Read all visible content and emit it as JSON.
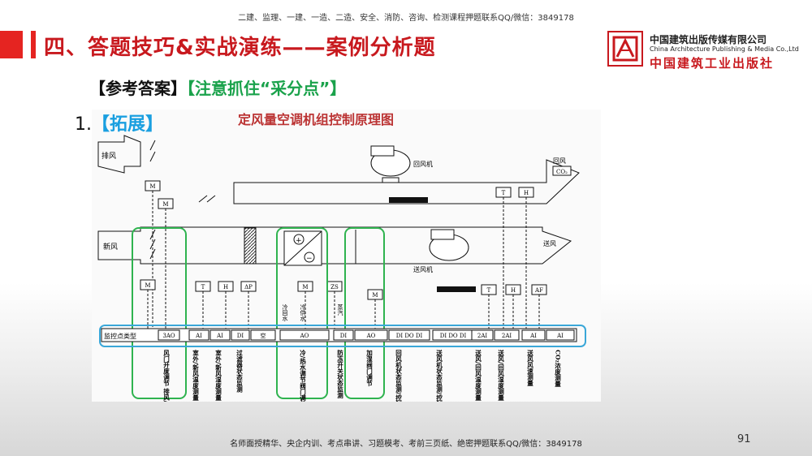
{
  "header": {
    "top_banner": "二建、监理、一建、一造、二造、安全、消防、咨询、检测课程押题联系QQ/微信：3849178",
    "title": "四、答题技巧&实战演练——案例分析题",
    "logo_cn": "中国建筑出版传媒有限公司",
    "logo_en": "China Architecture Publishing & Media Co.,Ltd",
    "logo_cn2": "中国建筑工业出版社"
  },
  "content": {
    "subtitle_ref": "【参考答案】",
    "subtitle_note": "【注意抓住“采分点”】",
    "point_num": "1.",
    "point_label": "【拓展】"
  },
  "diagram": {
    "title": "定风量空调机组控制原理图",
    "exhaust_label": "排风",
    "fresh_label": "新风",
    "return_fan_label": "回风机",
    "supply_fan_label": "送风机",
    "return_air_label": "回风",
    "supply_air_label": "送风",
    "co2_label": "CO₂",
    "row_label": "监控点类型",
    "cells": [
      "3AO",
      "AI",
      "AI",
      "DI",
      "空",
      "AO",
      "DI",
      "AO",
      "DI DO DI",
      "DI DO DI",
      "2AI",
      "2AI",
      "AI",
      "AI"
    ],
    "sensor_tags": {
      "m": "M",
      "t": "T",
      "h": "H",
      "dp": "ΔP",
      "zs": "ZS",
      "af": "AF",
      "plus": "+",
      "minus": "−"
    },
    "water_labels": {
      "cold_return": "冷回水",
      "cold_supply": "冷供水",
      "steam": "蒸汽"
    },
    "bottom_labels": [
      "风门开度调节 排风/回风/新风",
      "室外/新风温度测量",
      "室外/新风湿度测量",
      "过滤器状态监测",
      "冷/热水调节阀门调节",
      "防冻开关状态监测",
      "加湿阀门调节",
      "回风机状态监测/控制",
      "送风机状态监测/控制",
      "送风/回风温度测量",
      "送风/回风湿度测量",
      "送风风速测量",
      "CO₂浓度测量"
    ]
  },
  "footer": {
    "text": "名师面授精华、央企内训、考点串讲、习题模考、考前三页纸、绝密押题联系QQ/微信：3849178",
    "page_number": "91"
  },
  "colors": {
    "accent_red": "#e52421",
    "title_red": "#c8191e",
    "green": "#1aa24b",
    "blue": "#1a9fe0",
    "highlight_green": "#2fb34f",
    "highlight_blue": "#3aa7d8"
  }
}
